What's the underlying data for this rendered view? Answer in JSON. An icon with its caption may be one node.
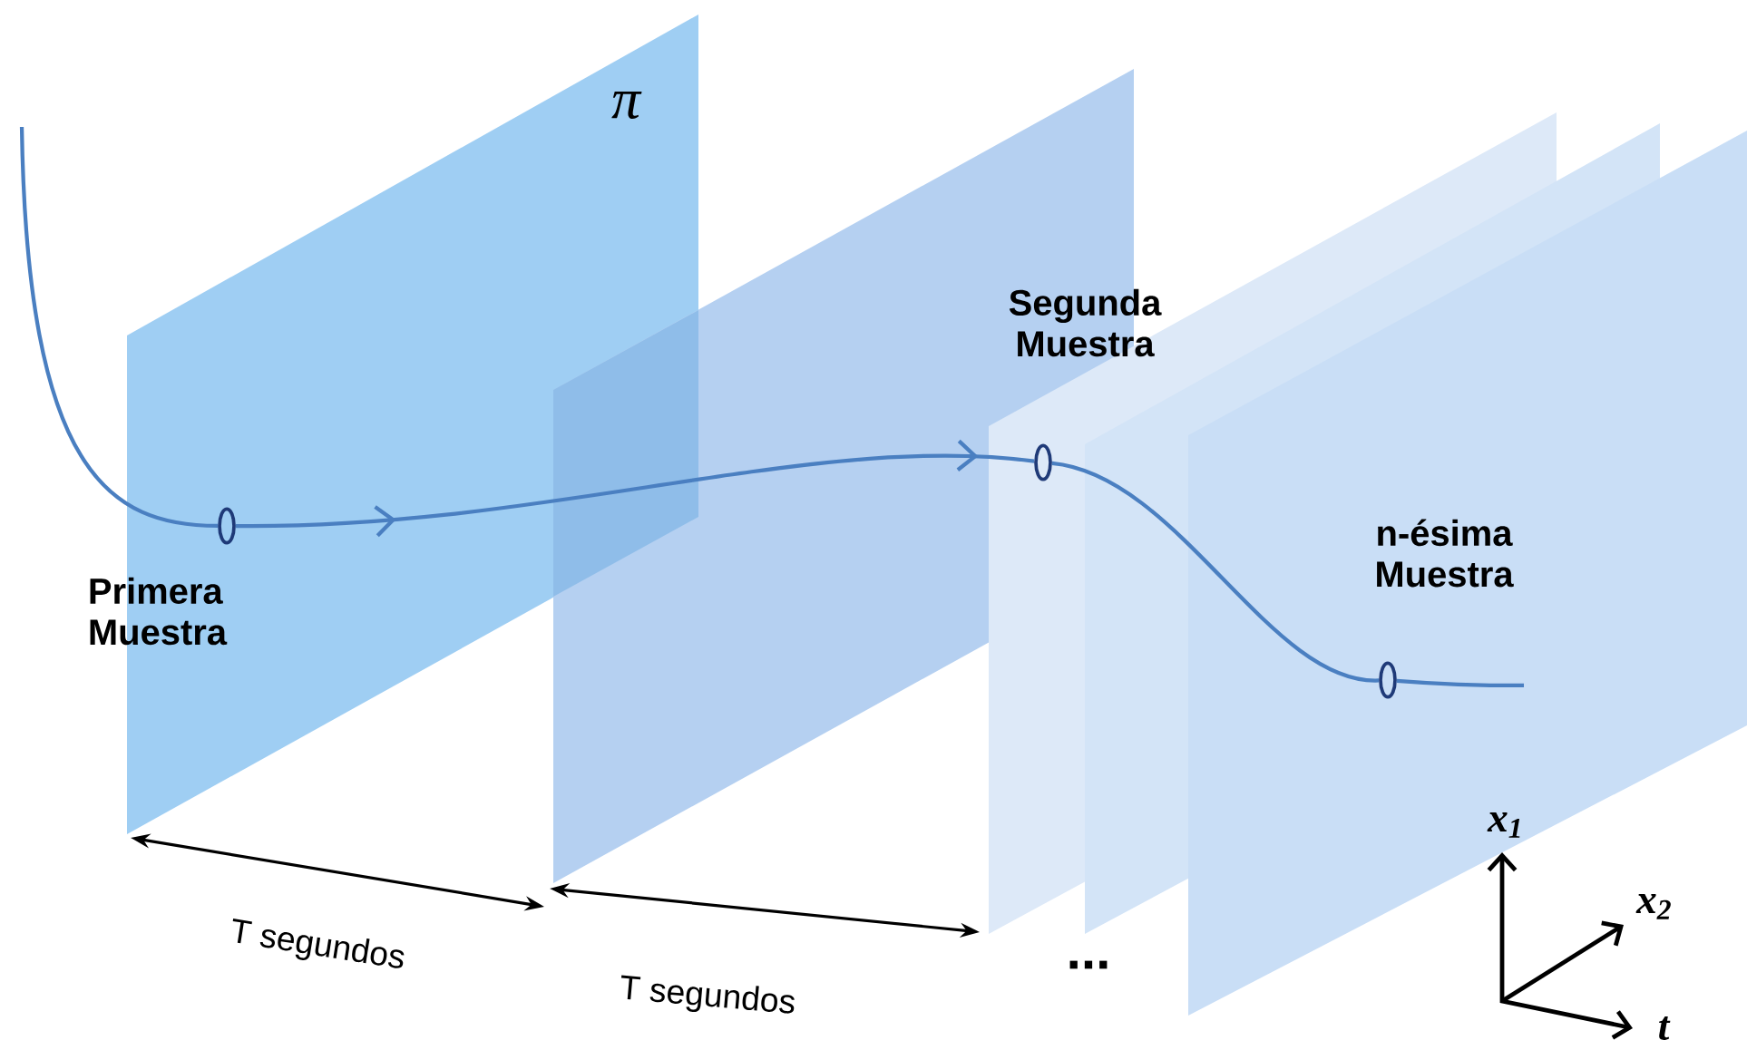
{
  "diagram": {
    "nodes": [
      {
        "text": [],
        "shape": "circle",
        "beside": [
          "Primera Muestra"
        ]
      },
      {
        "text": [],
        "shape": "circle",
        "beside": [
          "Segunda Muestra"
        ]
      },
      {
        "text": [],
        "shape": "circle",
        "beside": [
          "n-ésima Muestra"
        ]
      }
    ],
    "edges": [
      {
        "from": null,
        "to": 0,
        "arrow": "none"
      },
      {
        "from": 0,
        "to": 1,
        "arrow": "to"
      },
      {
        "from": 1,
        "to": 2,
        "arrow": "none"
      },
      {
        "from": 2,
        "to": null,
        "arrow": "none"
      }
    ],
    "labels": [
      "π",
      "T segundos",
      "T segundos",
      "...",
      "x$_{1}$",
      "x$_{2}$",
      "t"
    ]
  }
}
